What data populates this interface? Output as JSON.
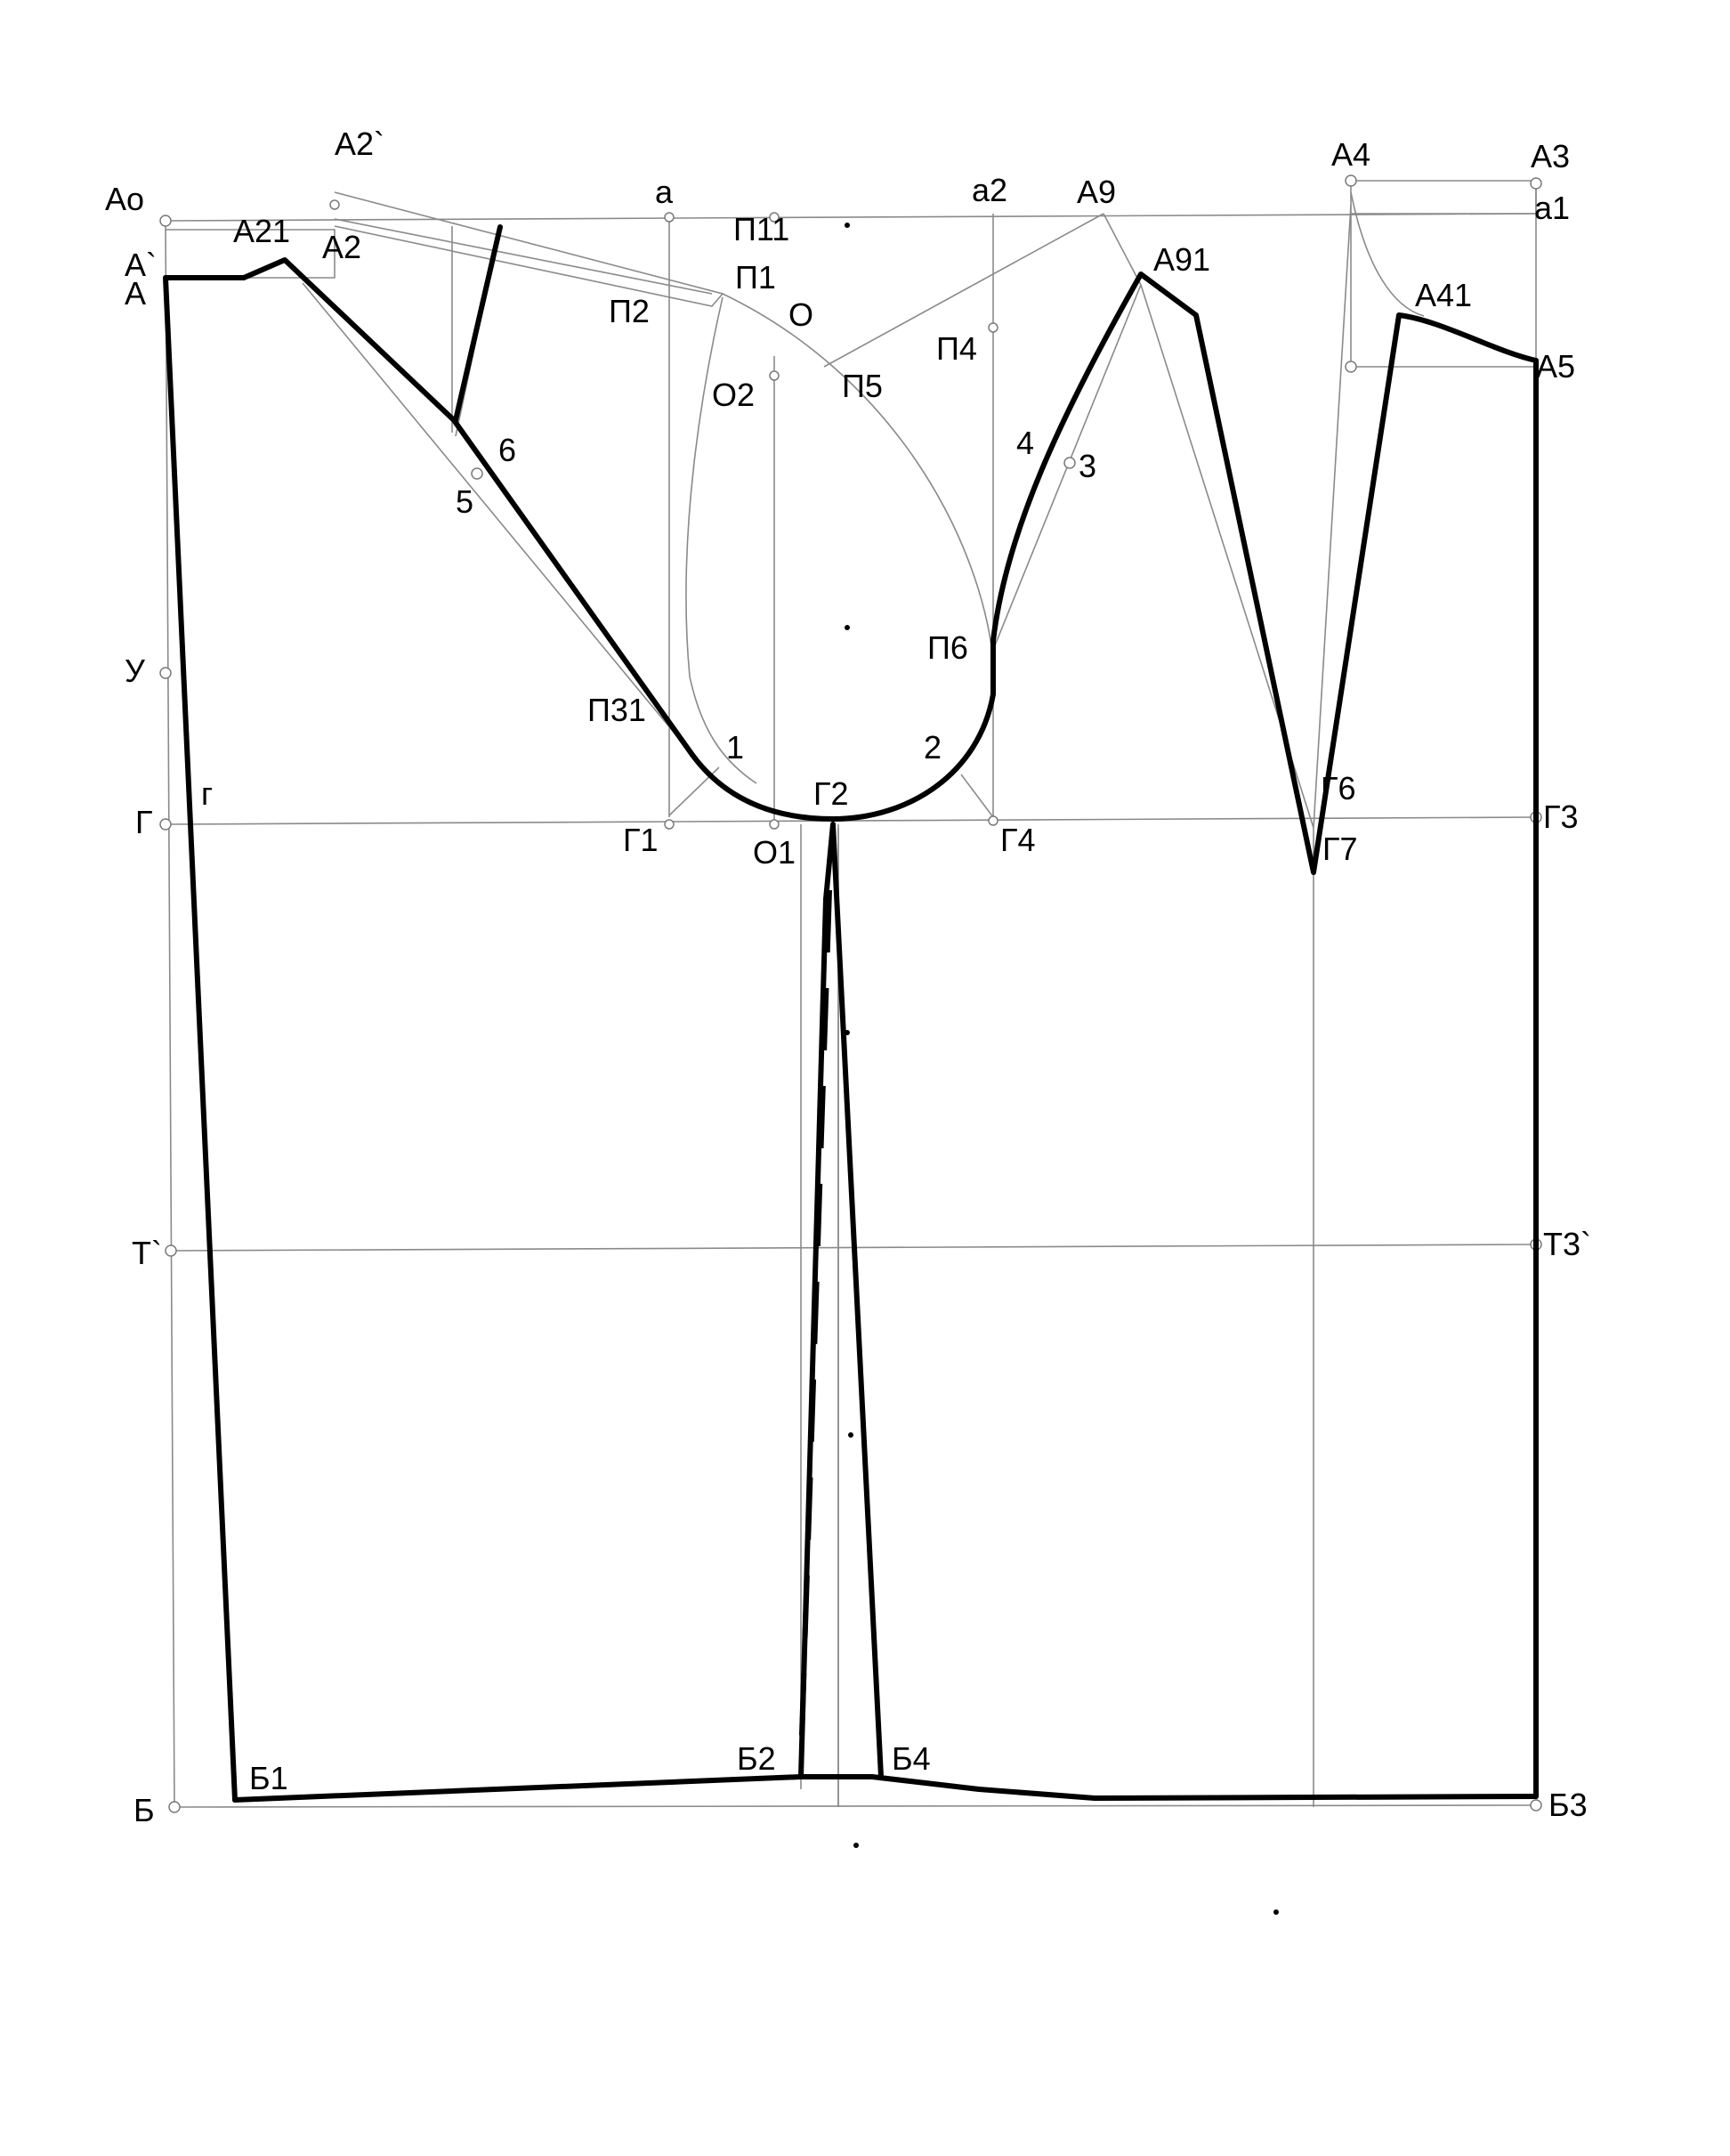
{
  "diagram": {
    "labels": {
      "Ao": "Ао",
      "A_prime": "А`",
      "A": "А",
      "A21": "А21",
      "A2_prime": "А2`",
      "A2": "А2",
      "a": "а",
      "P11": "П11",
      "P1": "П1",
      "P2": "П2",
      "O": "О",
      "O2": "О2",
      "P5": "П5",
      "a2": "а2",
      "A9": "А9",
      "A91": "А91",
      "P4": "П4",
      "n4": "4",
      "n3": "3",
      "A4": "А4",
      "A3": "А3",
      "a1": "а1",
      "A41": "А41",
      "A5": "А5",
      "n6": "6",
      "n5": "5",
      "U": "У",
      "P31": "П31",
      "n1": "1",
      "n2": "2",
      "P6": "П6",
      "G": "Г",
      "g": "г",
      "G1": "Г1",
      "G2": "Г2",
      "O1": "О1",
      "G4": "Г4",
      "G6": "Г6",
      "G7": "Г7",
      "G3": "Г3",
      "T_prime": "Т`",
      "T3_prime": "Т3`",
      "B": "Б",
      "B1": "Б1",
      "B2": "Б2",
      "B4": "Б4",
      "B3": "Б3"
    }
  }
}
